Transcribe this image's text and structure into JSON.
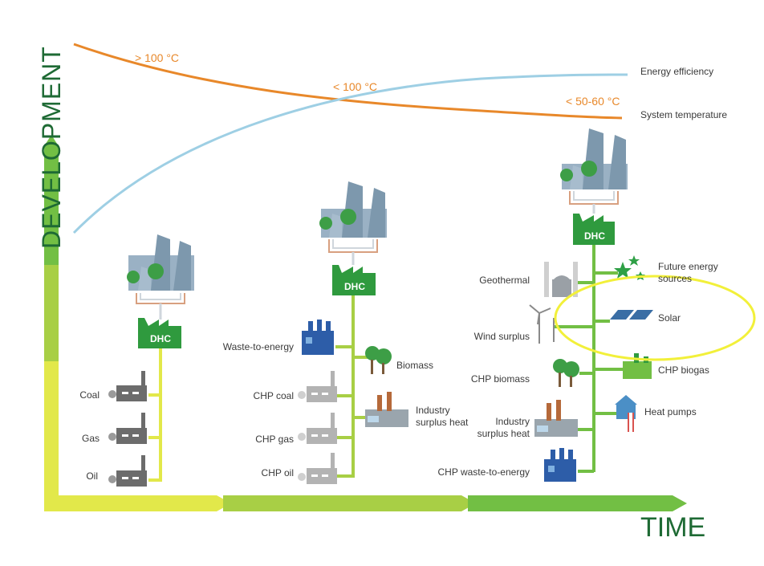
{
  "axes": {
    "y_label": "DEVELOPMENT",
    "x_label": "TIME"
  },
  "curves": {
    "efficiency_label": "Energy efficiency",
    "temperature_label": "System temperature",
    "temps": [
      "> 100 °C",
      "< 100 °C",
      "< 50-60 °C"
    ]
  },
  "dhc_label": "DHC",
  "gen1": {
    "sources": [
      "Coal",
      "Gas",
      "Oil"
    ]
  },
  "gen2": {
    "left": [
      "Waste-to-energy",
      "CHP coal",
      "CHP gas",
      "CHP oil"
    ],
    "right": [
      "Biomass",
      "Industry\nsurplus heat"
    ]
  },
  "gen3": {
    "left": [
      "Geothermal",
      "Wind surplus",
      "CHP biomass",
      "Industry\nsurplus heat",
      "CHP waste-to-energy"
    ],
    "right": [
      "Future energy\nsources",
      "Solar",
      "CHP biogas",
      "Heat pumps"
    ]
  },
  "colors": {
    "yellow": "#e2e84a",
    "light_green": "#a8cf45",
    "green": "#72bf44",
    "dark_green": "#2f9a3e",
    "orange": "#e8882a",
    "blue": "#9ecfe4",
    "highlight": "#f2f03a",
    "axis_text": "#1e6a34"
  }
}
